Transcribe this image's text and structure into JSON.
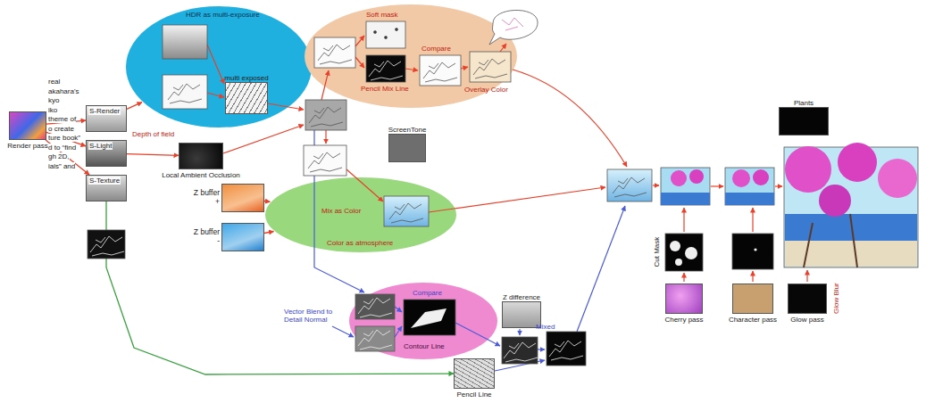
{
  "diagram": {
    "nodes": [
      {
        "text": [
          "Render pass"
        ]
      },
      {
        "text": [
          "HDR as multi-exposure"
        ]
      },
      {
        "text": [
          "multi exposed"
        ],
        "in": 1
      },
      {
        "text": [
          "S-Render"
        ]
      },
      {
        "text": [
          "S-Light"
        ]
      },
      {
        "text": [
          "S-Texture"
        ]
      },
      {
        "text": [
          "Local Ambient Occlusion"
        ]
      },
      {
        "text": [
          "Soft mask"
        ]
      },
      {
        "text": [
          "ScreenTone"
        ]
      },
      {
        "text": [
          "Z buffer +"
        ]
      },
      {
        "text": [
          "Z buffer -"
        ]
      },
      {
        "text": [
          "Color as atmosphere"
        ]
      },
      {
        "text": [
          "Contour Line"
        ]
      },
      {
        "text": [
          "Z difference"
        ]
      },
      {
        "text": [
          "Pencil Line"
        ]
      },
      {
        "text": [
          "Plants"
        ]
      },
      {
        "text": [
          "Cherry pass"
        ]
      },
      {
        "text": [
          "Character pass"
        ]
      },
      {
        "text": [
          "Glow pass"
        ]
      }
    ],
    "edges": [
      {
        "from": 0,
        "to": 3,
        "arrow": "to"
      },
      {
        "from": 0,
        "to": 4,
        "arrow": "to"
      },
      {
        "from": 0,
        "to": 5,
        "arrow": "to"
      },
      {
        "from": 3,
        "to": 1,
        "arrow": "to"
      },
      {
        "from": 4,
        "to": 6,
        "arrow": "to"
      },
      {
        "from": 9,
        "to": 11,
        "arrow": "to"
      },
      {
        "from": 10,
        "to": 11,
        "arrow": "to"
      },
      {
        "from": 5,
        "to": 14,
        "arrow": "to"
      }
    ],
    "labels": [
      "real",
      "akahara's",
      "kyo",
      "iko",
      "theme of",
      "o create",
      "ture book”",
      "d to “find",
      "gh 2D,",
      "ials” and",
      "Depth of field",
      "Compare",
      "Pencil Mix Line",
      "Overlay Color",
      "Mix as Color",
      "Vector Blend to Detail Normal",
      "Compare",
      "Mixed",
      "Cut Mask",
      "Glow Blur"
    ]
  }
}
